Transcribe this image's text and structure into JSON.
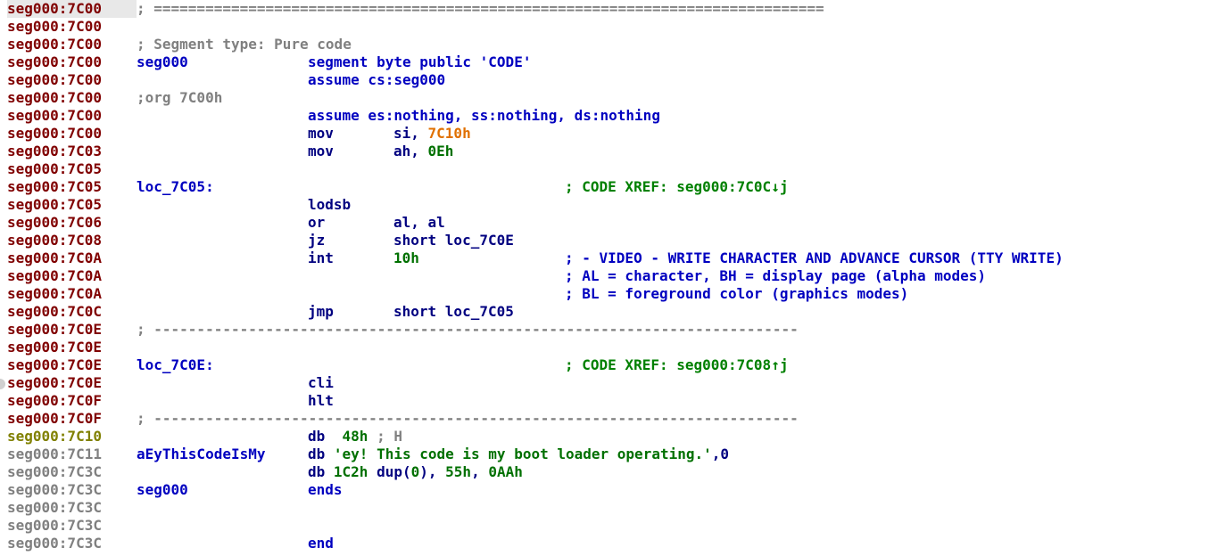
{
  "title": "IDA disassembly listing",
  "colors": {
    "address_code": "#800000",
    "address_data": "#808000",
    "address_unexplored": "#808080",
    "label": "#0000c0",
    "instruction": "#000080",
    "immediate_number": "#007000",
    "offset_immediate": "#e07000",
    "comment_gray": "#808080",
    "comment_blue": "#0000c0",
    "xref": "#008000"
  },
  "rows": [
    {
      "addr": "seg000:7C00",
      "kind": "code",
      "sep": "; =============================================================================="
    },
    {
      "addr": "seg000:7C00",
      "kind": "code"
    },
    {
      "addr": "seg000:7C00",
      "kind": "code",
      "comment_gray": "; Segment type: Pure code"
    },
    {
      "addr": "seg000:7C00",
      "kind": "code",
      "label": "seg000",
      "directive": "segment byte public 'CODE'"
    },
    {
      "addr": "seg000:7C00",
      "kind": "code",
      "directive": "assume cs:seg000"
    },
    {
      "addr": "seg000:7C00",
      "kind": "code",
      "comment_gray": ";org 7C00h"
    },
    {
      "addr": "seg000:7C00",
      "kind": "code",
      "directive": "assume es:nothing, ss:nothing, ds:nothing"
    },
    {
      "addr": "seg000:7C00",
      "kind": "code",
      "mnemonic": "mov",
      "op_a": "si, ",
      "op_b": "7C10h",
      "op_b_style": "imm"
    },
    {
      "addr": "seg000:7C03",
      "kind": "code",
      "mnemonic": "mov",
      "op_a": "ah, ",
      "op_b": "0Eh",
      "op_b_style": "num"
    },
    {
      "addr": "seg000:7C05",
      "kind": "code"
    },
    {
      "addr": "seg000:7C05",
      "kind": "code",
      "label": "loc_7C05:",
      "xref": "; CODE XREF: seg000:7C0C↓j"
    },
    {
      "addr": "seg000:7C05",
      "kind": "code",
      "mnemonic": "lodsb"
    },
    {
      "addr": "seg000:7C06",
      "kind": "code",
      "mnemonic": "or",
      "op_a": "al, al"
    },
    {
      "addr": "seg000:7C08",
      "kind": "code",
      "mnemonic": "jz",
      "op_a": "short loc_7C0E"
    },
    {
      "addr": "seg000:7C0A",
      "kind": "code",
      "mnemonic": "int",
      "op_b": "10h",
      "op_b_style": "num",
      "comment_blue": "; - VIDEO - WRITE CHARACTER AND ADVANCE CURSOR (TTY WRITE)"
    },
    {
      "addr": "seg000:7C0A",
      "kind": "code",
      "comment_blue": "; AL = character, BH = display page (alpha modes)"
    },
    {
      "addr": "seg000:7C0A",
      "kind": "code",
      "comment_blue": "; BL = foreground color (graphics modes)"
    },
    {
      "addr": "seg000:7C0C",
      "kind": "code",
      "mnemonic": "jmp",
      "op_a": "short loc_7C05"
    },
    {
      "addr": "seg000:7C0E",
      "kind": "code",
      "sep": "; ---------------------------------------------------------------------------"
    },
    {
      "addr": "seg000:7C0E",
      "kind": "code"
    },
    {
      "addr": "seg000:7C0E",
      "kind": "code",
      "label": "loc_7C0E:",
      "xref": "; CODE XREF: seg000:7C08↑j"
    },
    {
      "addr": "seg000:7C0E",
      "kind": "code",
      "mnemonic": "cli"
    },
    {
      "addr": "seg000:7C0F",
      "kind": "code",
      "mnemonic": "hlt"
    },
    {
      "addr": "seg000:7C0F",
      "kind": "code",
      "sep": "; ---------------------------------------------------------------------------"
    },
    {
      "addr": "seg000:7C10",
      "kind": "data",
      "raw": "db  48h ; H"
    },
    {
      "addr": "seg000:7C11",
      "kind": "unk",
      "label": "aEyThisCodeIsMy",
      "raw": "db 'ey! This code is my boot loader operating.',0"
    },
    {
      "addr": "seg000:7C3C",
      "kind": "unk",
      "raw": "db 1C2h dup(0), 55h, 0AAh"
    },
    {
      "addr": "seg000:7C3C",
      "kind": "unk",
      "label": "seg000",
      "directive": "ends"
    },
    {
      "addr": "seg000:7C3C",
      "kind": "unk"
    },
    {
      "addr": "seg000:7C3C",
      "kind": "unk"
    },
    {
      "addr": "seg000:7C3C",
      "kind": "unk",
      "directive": "end"
    }
  ]
}
